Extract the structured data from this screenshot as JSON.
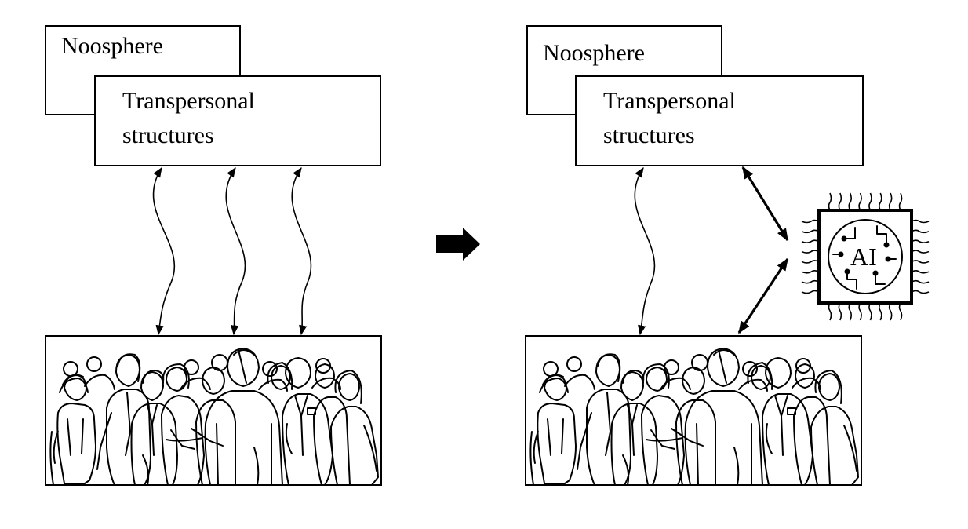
{
  "left_panel": {
    "noosphere_label": "Noosphere",
    "transpersonal_line1": "Transpersonal",
    "transpersonal_line2": "structures"
  },
  "right_panel": {
    "noosphere_label": "Noosphere",
    "transpersonal_line1": "Transpersonal",
    "transpersonal_line2": "structures",
    "chip_label": "AI"
  },
  "transition_arrow": "right-arrow",
  "icons": [
    "crowd-illustration",
    "ai-chip-icon",
    "right-arrow-icon"
  ]
}
